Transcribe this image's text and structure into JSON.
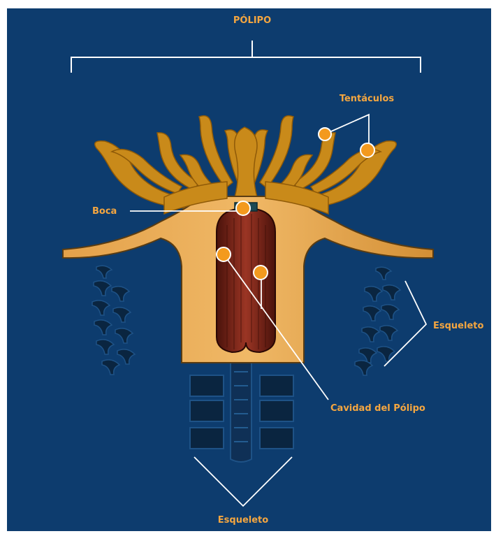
{
  "colors": {
    "background": "#0d3c6e",
    "label": "#f4a640",
    "leader": "#ffffff",
    "marker_fill": "#f39a1e",
    "polyp_body": "#d08a2c",
    "polyp_tentacle": "#c98a1a",
    "cavity": "#7a2418",
    "skeleton": "#0a2540"
  },
  "labels": {
    "title": "PÓLIPO",
    "tentacles": "Tentáculos",
    "mouth": "Boca",
    "skeleton_right": "Esqueleto",
    "cavity": "Cavidad del Pólipo",
    "skeleton_bottom": "Esqueleto"
  }
}
